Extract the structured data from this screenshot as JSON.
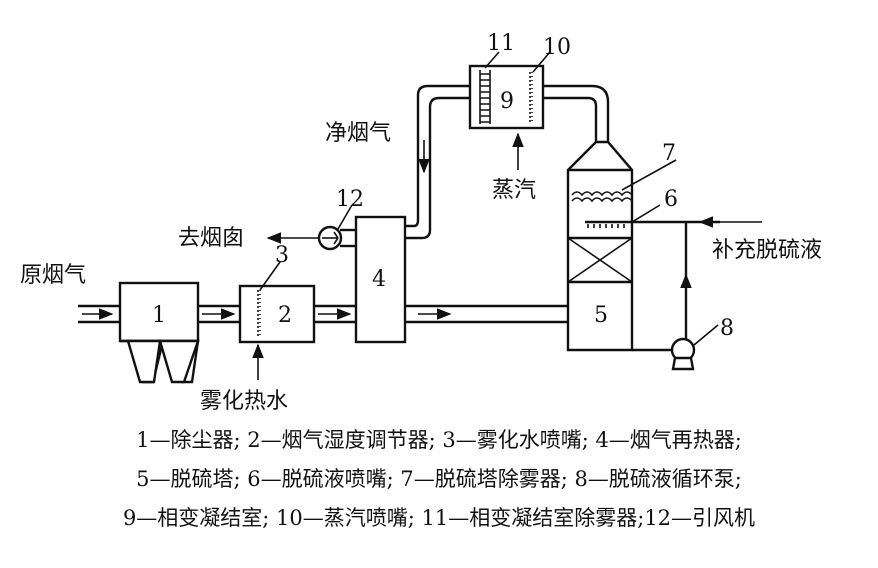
{
  "labels": {
    "raw_flue_gas": "原烟气",
    "clean_flue_gas": "净烟气",
    "to_chimney": "去烟囱",
    "steam": "蒸汽",
    "atomized_hot_water": "雾化热水",
    "makeup_desulfurization_liquid": "补充脱硫液"
  },
  "numbers": {
    "n1": "1",
    "n2": "2",
    "n3": "3",
    "n4": "4",
    "n5": "5",
    "n6": "6",
    "n7": "7",
    "n8": "8",
    "n9": "9",
    "n10": "10",
    "n11": "11",
    "n12": "12"
  },
  "caption": {
    "line1": "1—除尘器; 2—烟气湿度调节器; 3—雾化水喷嘴; 4—烟气再热器;",
    "line2": "5—脱硫塔; 6—脱硫液喷嘴; 7—脱硫塔除雾器; 8—脱硫液循环泵;",
    "line3": "9—相变凝结室; 10—蒸汽喷嘴; 11—相变凝结室除雾器;12—引风机"
  }
}
